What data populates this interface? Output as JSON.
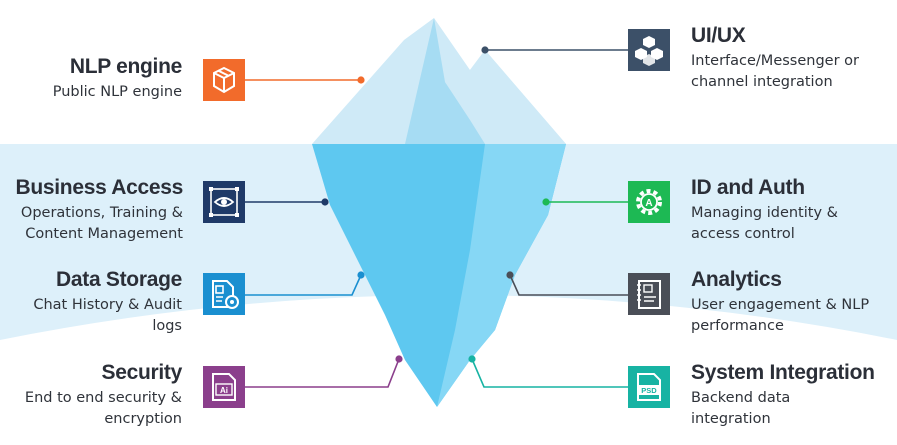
{
  "colors": {
    "water": "#ddf0fa",
    "berg_top_light": "#cfeaf7",
    "berg_top_mid": "#a6dcf3",
    "berg_body": "#5ec8f0",
    "berg_body_light": "#86d7f5"
  },
  "items": [
    {
      "id": "nlp-engine",
      "title": "NLP engine",
      "desc": "Public NLP engine",
      "side": "left",
      "color": "#f26b2b",
      "icon": "cube-box-icon"
    },
    {
      "id": "business-access",
      "title": "Business Access",
      "desc": "Operations, Training &\nContent Management",
      "side": "left",
      "color": "#1f3a68",
      "icon": "eye-frame-icon"
    },
    {
      "id": "data-storage",
      "title": "Data Storage",
      "desc": "Chat History & Audit\nlogs",
      "side": "left",
      "color": "#1a8fd0",
      "icon": "document-gear-icon"
    },
    {
      "id": "security",
      "title": "Security",
      "desc": "End to end security &\nencryption",
      "side": "left",
      "color": "#8b3f8c",
      "icon": "ai-file-icon"
    },
    {
      "id": "ui-ux",
      "title": "UI/UX",
      "desc": "Interface/Messenger or\nchannel integration",
      "side": "right",
      "color": "#3c5068",
      "icon": "stacked-cubes-icon"
    },
    {
      "id": "id-auth",
      "title": "ID and Auth",
      "desc": "Managing identity &\naccess control",
      "side": "right",
      "color": "#1db954",
      "icon": "gear-shield-icon"
    },
    {
      "id": "analytics",
      "title": "Analytics",
      "desc": "User engagement & NLP\nperformance",
      "side": "right",
      "color": "#4a4e57",
      "icon": "notebook-icon"
    },
    {
      "id": "system-integration",
      "title": "System Integration",
      "desc": "Backend data\nintegration",
      "side": "right",
      "color": "#17b3a3",
      "icon": "psd-file-icon"
    }
  ]
}
